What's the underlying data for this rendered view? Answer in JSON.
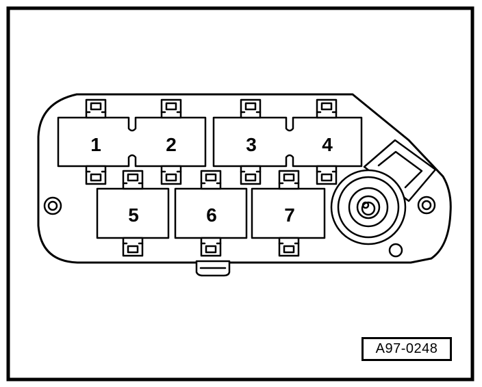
{
  "diagram": {
    "slots": [
      {
        "id": "1",
        "label": "1"
      },
      {
        "id": "2",
        "label": "2"
      },
      {
        "id": "3",
        "label": "3"
      },
      {
        "id": "4",
        "label": "4"
      },
      {
        "id": "5",
        "label": "5"
      },
      {
        "id": "6",
        "label": "6"
      },
      {
        "id": "7",
        "label": "7"
      }
    ],
    "reference_code": "A97-0248"
  }
}
